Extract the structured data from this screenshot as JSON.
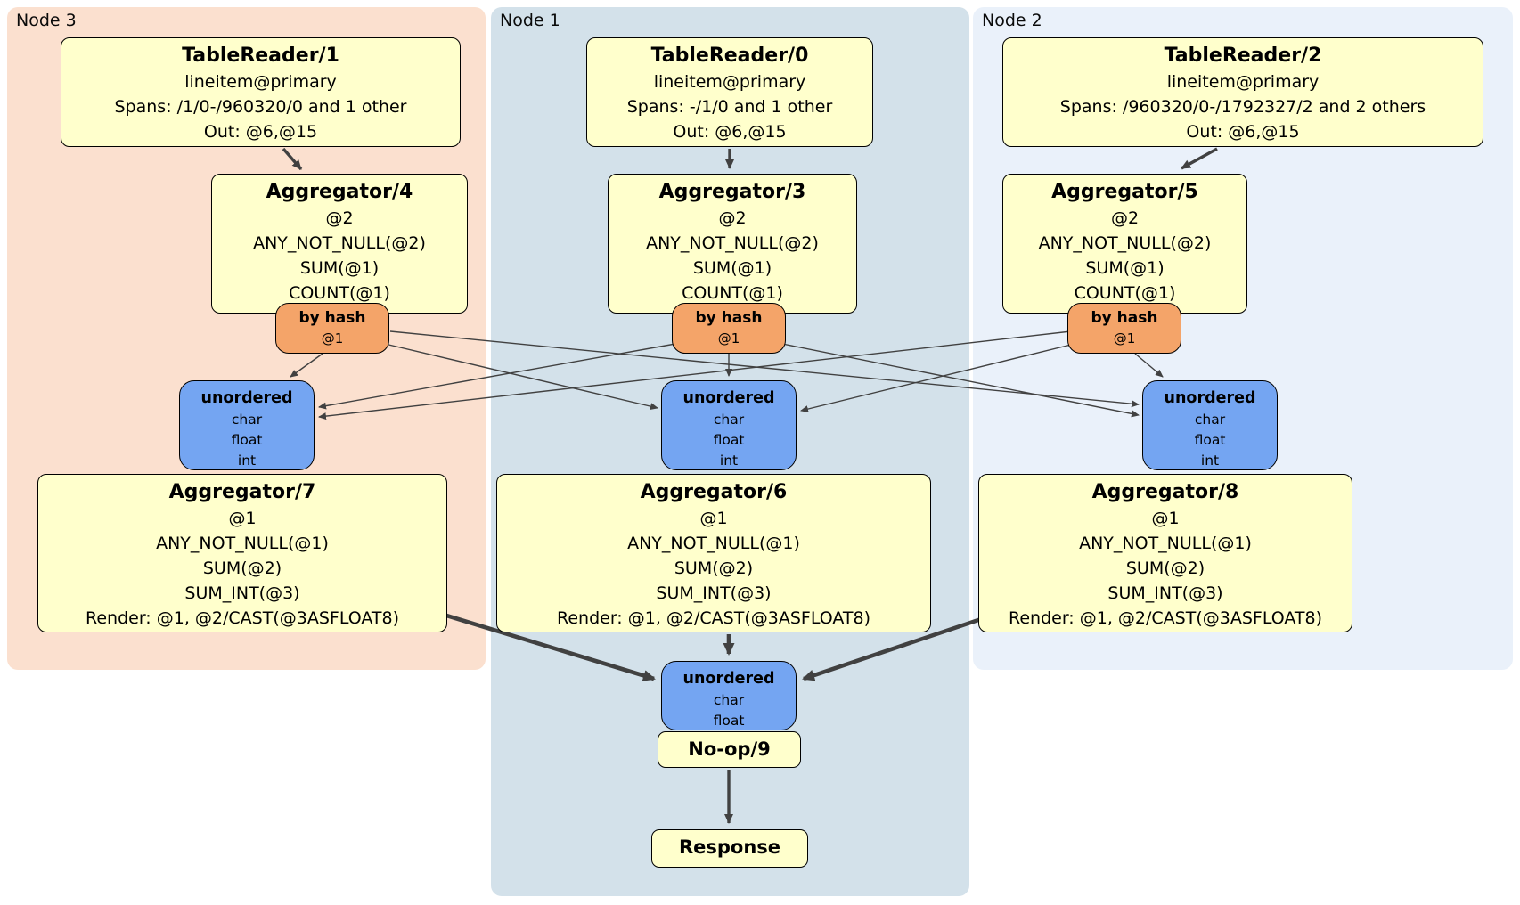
{
  "diagram_type": "distributed SQL physical plan",
  "colors": {
    "panel_node3": "#fbe0cf",
    "panel_node1": "#d3e1ea",
    "panel_node2": "#eaf1fa",
    "processor": "#ffffcc",
    "router": "#f4a469",
    "sync": "#74a5f2",
    "edge": "#414141"
  },
  "panels": {
    "node3": {
      "label": "Node 3"
    },
    "node1": {
      "label": "Node 1"
    },
    "node2": {
      "label": "Node 2"
    }
  },
  "boxes": {
    "tr1": {
      "title": "TableReader/1",
      "lines": [
        "lineitem@primary",
        "Spans: /1/0-/960320/0 and 1 other",
        "Out: @6,@15"
      ]
    },
    "tr0": {
      "title": "TableReader/0",
      "lines": [
        "lineitem@primary",
        "Spans: -/1/0 and 1 other",
        "Out: @6,@15"
      ]
    },
    "tr2": {
      "title": "TableReader/2",
      "lines": [
        "lineitem@primary",
        "Spans: /960320/0-/1792327/2 and 2 others",
        "Out: @6,@15"
      ]
    },
    "agg4": {
      "title": "Aggregator/4",
      "lines": [
        "@2",
        "ANY_NOT_NULL(@2)",
        "SUM(@1)",
        "COUNT(@1)"
      ]
    },
    "agg3": {
      "title": "Aggregator/3",
      "lines": [
        "@2",
        "ANY_NOT_NULL(@2)",
        "SUM(@1)",
        "COUNT(@1)"
      ]
    },
    "agg5": {
      "title": "Aggregator/5",
      "lines": [
        "@2",
        "ANY_NOT_NULL(@2)",
        "SUM(@1)",
        "COUNT(@1)"
      ]
    },
    "hash_left": {
      "title": "by hash",
      "detail": "@1"
    },
    "hash_mid": {
      "title": "by hash",
      "detail": "@1"
    },
    "hash_right": {
      "title": "by hash",
      "detail": "@1"
    },
    "sync_left": {
      "title": "unordered",
      "types": [
        "char",
        "float",
        "int"
      ]
    },
    "sync_mid": {
      "title": "unordered",
      "types": [
        "char",
        "float",
        "int"
      ]
    },
    "sync_right": {
      "title": "unordered",
      "types": [
        "char",
        "float",
        "int"
      ]
    },
    "agg7": {
      "title": "Aggregator/7",
      "lines": [
        "@1",
        "ANY_NOT_NULL(@1)",
        "SUM(@2)",
        "SUM_INT(@3)",
        "Render: @1, @2/CAST(@3ASFLOAT8)"
      ]
    },
    "agg6": {
      "title": "Aggregator/6",
      "lines": [
        "@1",
        "ANY_NOT_NULL(@1)",
        "SUM(@2)",
        "SUM_INT(@3)",
        "Render: @1, @2/CAST(@3ASFLOAT8)"
      ]
    },
    "agg8": {
      "title": "Aggregator/8",
      "lines": [
        "@1",
        "ANY_NOT_NULL(@1)",
        "SUM(@2)",
        "SUM_INT(@3)",
        "Render: @1, @2/CAST(@3ASFLOAT8)"
      ]
    },
    "sync_final": {
      "title": "unordered",
      "types": [
        "char",
        "float"
      ]
    },
    "noop": {
      "title": "No-op/9"
    },
    "response": {
      "title": "Response"
    }
  }
}
